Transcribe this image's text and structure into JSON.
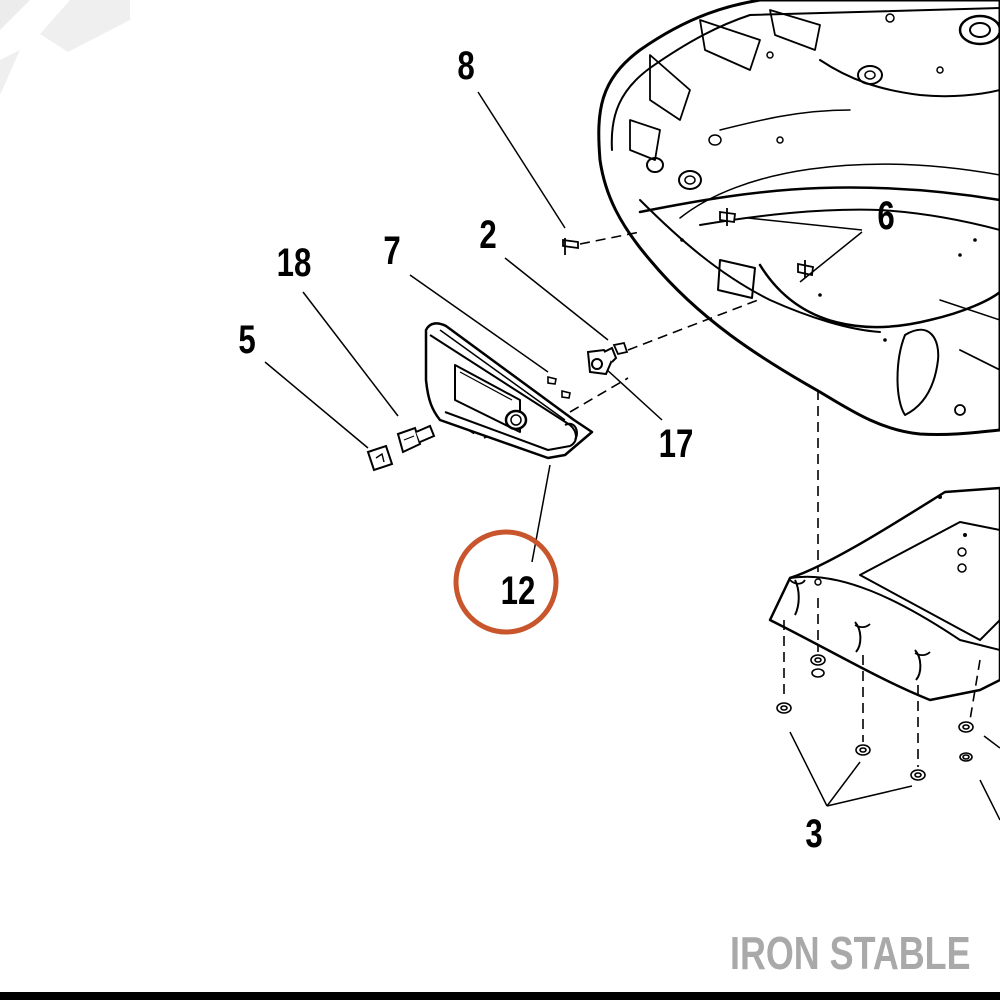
{
  "callouts": {
    "c8": "8",
    "c6": "6",
    "c2": "2",
    "c7": "7",
    "c18": "18",
    "c5": "5",
    "c17": "17",
    "c12": "12",
    "c3": "3"
  },
  "highlight": {
    "callout": "12",
    "color": "#c8552b"
  },
  "brand": {
    "text": "IRON STABLE",
    "color": "#a9a9a9"
  }
}
